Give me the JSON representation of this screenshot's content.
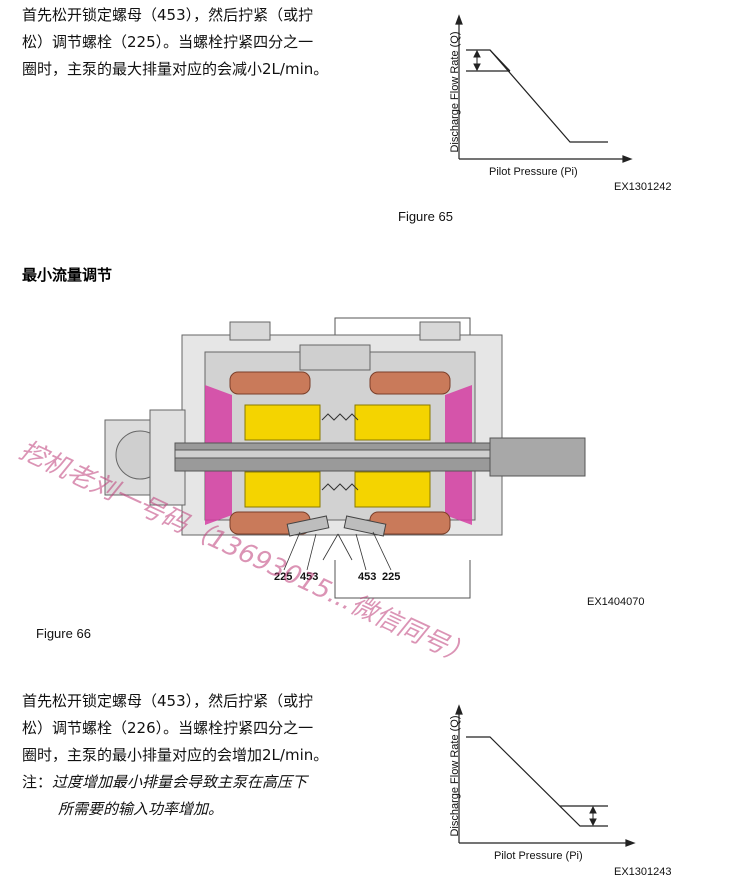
{
  "top_paragraph": {
    "lines": [
      "首先松开锁定螺母（453），然后拧紧（或拧",
      "松）调节螺栓（225）。当螺栓拧紧四分之一",
      "圈时，主泵的最大排量对应的会减小2L/min。"
    ]
  },
  "figure65": {
    "y_axis_label": "Discharge Flow Rate (Q)",
    "x_axis_label": "Pilot Pressure (Pi)",
    "code": "EX1301242",
    "caption": "Figure 65"
  },
  "section_heading": "最小流量调节",
  "figure66": {
    "callouts": [
      "225",
      "453",
      "453",
      "225"
    ],
    "code": "EX1404070",
    "caption": "Figure 66",
    "watermark": "挖机老刘一号码（13693015...微信同号）"
  },
  "bottom_paragraph": {
    "lines": [
      "首先松开锁定螺母（453），然后拧紧（或拧",
      "松）调节螺栓（226）。当螺栓拧紧四分之一",
      "圈时，主泵的最小排量对应的会增加2L/min。"
    ]
  },
  "note": {
    "label": "注：",
    "lines": [
      "过度增加最小排量会导致主泵在高压下",
      "所需要的输入功率增加。"
    ]
  },
  "figure67": {
    "y_axis_label": "Discharge Flow Rate (Q)",
    "x_axis_label": "Pilot Pressure (Pi)",
    "code": "EX1301243"
  }
}
